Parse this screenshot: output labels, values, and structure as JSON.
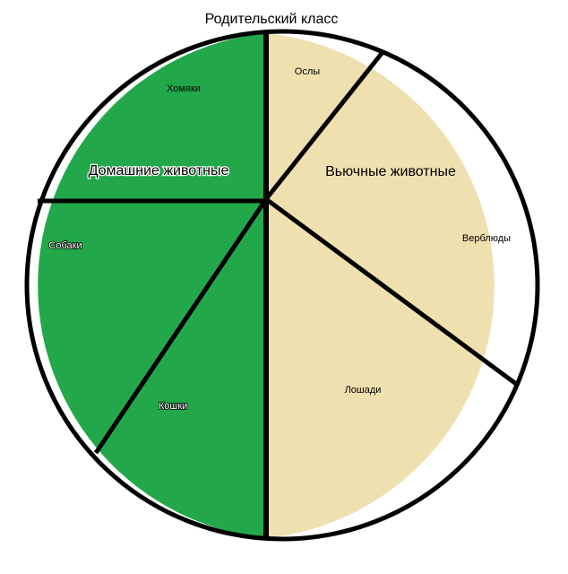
{
  "title": "Родительский класс",
  "colors": {
    "domestic": "#22a84a",
    "pack": "#efe0b0",
    "outline": "#000000"
  },
  "groups": {
    "domestic": "Домашние животные",
    "pack": "Вьючные животные"
  },
  "segments": {
    "hamsters": "Хомяки",
    "dogs": "Собаки",
    "cats": "Кошки",
    "donkeys": "Ослы",
    "camels": "Верблюды",
    "horses": "Лошади"
  }
}
